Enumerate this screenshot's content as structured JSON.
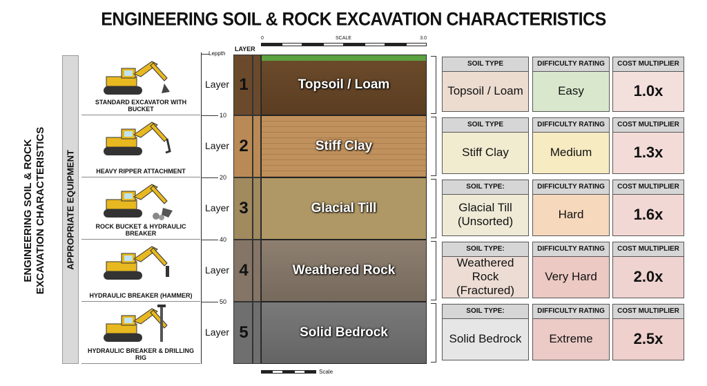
{
  "title": "ENGINEERING SOIL & ROCK EXCAVATION CHARACTERISTICS",
  "side_title_line1": "ENGINEERING SOIL & ROCK",
  "side_title_line2": "EXCAVATION CHARACTERISTICS",
  "equipment_heading": "APPROPRIATE EQUIPMENT",
  "layer_column_heading": "LAYER",
  "top_scale": {
    "start": "0",
    "label": "SCALE",
    "end": "3.0"
  },
  "bottom_scale_label": "Scale",
  "depth_top_label": "Leppth",
  "depth_ticks": [
    "10",
    "20",
    "40",
    "50"
  ],
  "layer_word": "Layer",
  "header_labels": {
    "difficulty": "DIFFICULTY RATING",
    "cost": "COST MULTIPLIER"
  },
  "layers": [
    {
      "number": "1",
      "name": "Topsoil / Loam",
      "equipment": "STANDARD EXCAVATOR WITH BUCKET",
      "soil_type_header": "SOIL TYPE",
      "soil_type_line1": "Topsoil / Loam",
      "soil_type_line2": "",
      "difficulty": "Easy",
      "cost": "1.0x",
      "colors": {
        "soil_card": "#ecdcd0",
        "difficulty_card": "#d9e8cc",
        "cost_card": "#f3dfdc",
        "strata": "#6b4a2c"
      }
    },
    {
      "number": "2",
      "name": "Stiff Clay",
      "equipment": "HEAVY RIPPER ATTACHMENT",
      "soil_type_header": "SOIL TYPE",
      "soil_type_line1": "Stiff Clay",
      "soil_type_line2": "",
      "difficulty": "Medium",
      "cost": "1.3x",
      "colors": {
        "soil_card": "#f1ebd0",
        "difficulty_card": "#f7ebc2",
        "cost_card": "#f3dcd8",
        "strata": "#b98a55"
      }
    },
    {
      "number": "3",
      "name": "Glacial Till",
      "equipment": "ROCK BUCKET & HYDRAULIC BREAKER",
      "soil_type_header": "SOIL TYPE:",
      "soil_type_line1": "Glacial Till",
      "soil_type_line2": "(Unsorted)",
      "difficulty": "Hard",
      "cost": "1.6x",
      "colors": {
        "soil_card": "#eeead6",
        "difficulty_card": "#f6d8bd",
        "cost_card": "#f2d8d4",
        "strata": "#a08a5e"
      }
    },
    {
      "number": "4",
      "name": "Weathered Rock",
      "equipment": "HYDRAULIC BREAKER (HAMMER)",
      "soil_type_header": "SOIL TYPE:",
      "soil_type_line1": "Weathered Rock",
      "soil_type_line2": "(Fractured)",
      "difficulty": "Very Hard",
      "cost": "2.0x",
      "colors": {
        "soil_card": "#ecdcd4",
        "difficulty_card": "#ecc9c3",
        "cost_card": "#efd3d0",
        "strata": "#857566"
      }
    },
    {
      "number": "5",
      "name": "Solid Bedrock",
      "equipment": "HYDRAULIC BREAKER & DRILLING RIG",
      "soil_type_header": "SOIL TYPE:",
      "soil_type_line1": "Solid Bedrock",
      "soil_type_line2": "",
      "difficulty": "Extreme",
      "cost": "2.5x",
      "colors": {
        "soil_card": "#e6e6e6",
        "difficulty_card": "#eccac6",
        "cost_card": "#efd0cd",
        "strata": "#6f6f6f"
      }
    }
  ],
  "icons": [
    "excavator-bucket-icon",
    "excavator-ripper-icon",
    "excavator-rock-bucket-icon",
    "excavator-hammer-icon",
    "drilling-rig-icon"
  ]
}
